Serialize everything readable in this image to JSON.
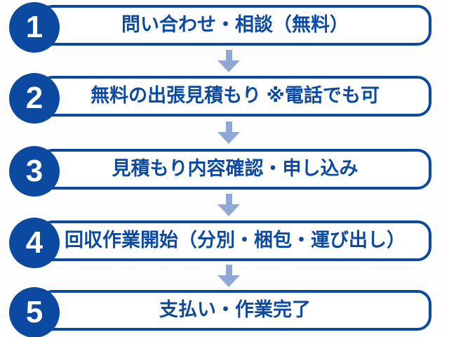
{
  "diagram": {
    "type": "process-flow",
    "direction": "top-to-bottom",
    "steps": [
      {
        "number": "1",
        "label": "問い合わせ・相談（無料）"
      },
      {
        "number": "2",
        "label": "無料の出張見積もり ※電話でも可"
      },
      {
        "number": "3",
        "label": "見積もり内容確認・申し込み"
      },
      {
        "number": "4",
        "label": "回収作業開始（分別・梱包・運び出し）"
      },
      {
        "number": "5",
        "label": "支払い・作業完了"
      }
    ],
    "connector_icon": "arrow-down-icon",
    "connector_count": 4
  },
  "colors": {
    "background": "#fefefe",
    "accent_blue": "#0c4aa1",
    "arrow_blue": "#8fa8d6",
    "pill_fill": "#ffffff",
    "number_text": "#ffffff"
  }
}
